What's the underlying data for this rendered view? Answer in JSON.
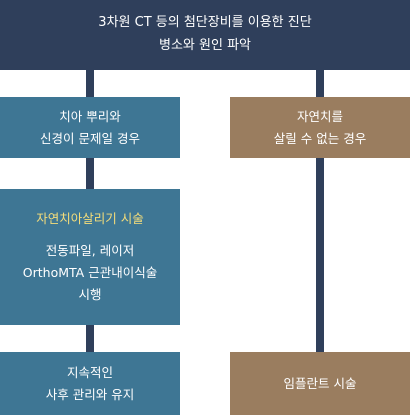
{
  "colors": {
    "navy": "#2f3f5b",
    "teal": "#3e7694",
    "brown": "#9a7d5f",
    "highlight": "#f5dd7a"
  },
  "top": {
    "line1": "3차원 CT 등의 첨단장비를 이용한 진단",
    "line2": "병소와 원인 파악"
  },
  "left": {
    "step1": {
      "line1": "치아 뿌리와",
      "line2": "신경이 문제일 경우"
    },
    "step2": {
      "title": "자연치아살리기 시술",
      "line1": "전동파일, 레이저",
      "line2": "OrthoMTA 근관내이식술",
      "line3": "시행"
    },
    "step3": {
      "line1": "지속적인",
      "line2": "사후 관리와 유지"
    }
  },
  "right": {
    "step1": {
      "line1": "자연치를",
      "line2": "살릴 수 없는 경우"
    },
    "step2": {
      "label": "임플란트 시술"
    }
  }
}
